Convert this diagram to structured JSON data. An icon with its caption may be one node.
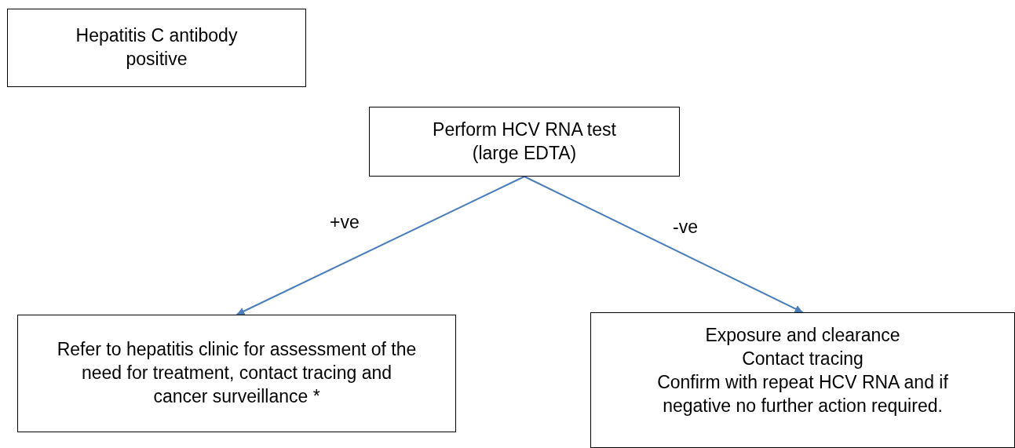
{
  "diagram": {
    "nodes": [
      {
        "text": [
          "Hepatitis C antibody positive"
        ]
      },
      {
        "text": [
          "Perform HCV RNA test (large EDTA)"
        ]
      },
      {
        "text": [
          "Refer to hepatitis clinic for assessment of the need for treatment, contact tracing and cancer surveillance *"
        ]
      },
      {
        "text": [
          "Exposure and clearance",
          "Contact tracing",
          "Confirm with repeat HCV RNA and if negative no further action required."
        ]
      }
    ],
    "edges": [
      {
        "from": 1,
        "to": 2,
        "arrow": "to",
        "label": "+ve"
      },
      {
        "from": 1,
        "to": 3,
        "arrow": "to",
        "label": "-ve"
      }
    ]
  }
}
